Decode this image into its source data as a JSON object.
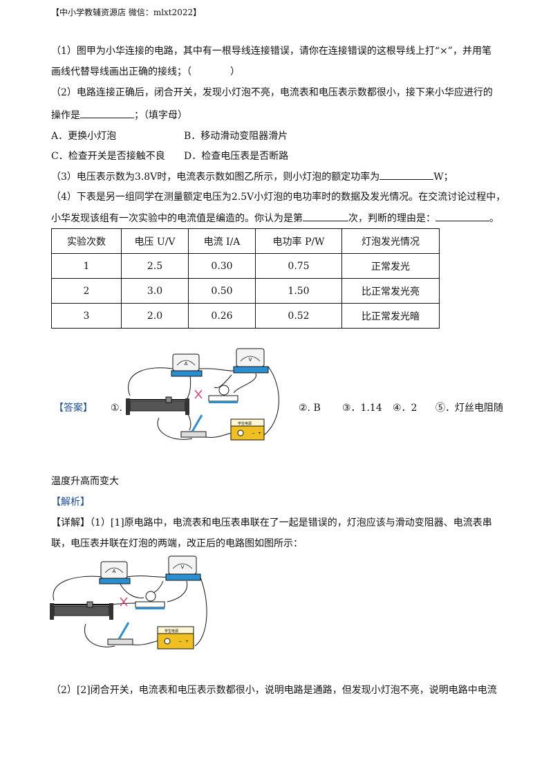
{
  "header": "【中小学教辅资源店  微信：mlxt2022】",
  "q1": {
    "text": "（1）图甲为小华连接的电路，其中有一根导线连接错误，请你在连接错误的这根导线上打“×”，并用笔",
    "cont": "画线代替导线画出正确的接线；（",
    "close": "）"
  },
  "q2": {
    "text": "（2）电路连接正确后，闭合开关，发现小灯泡不亮，电流表和电压表示数都很小，接下来小华应进行的",
    "cont_a": "操作是",
    "cont_b": "；（填字母）"
  },
  "options": {
    "a": "A．更换小灯泡",
    "b": "B．移动滑动变阻器滑片",
    "c": "C．检查开关是否接触不良",
    "d": "D．检查电压表是否断路"
  },
  "q3": {
    "a": "（3）电压表示数为3.8V时，电流表示数如图乙所示，则小灯泡的额定功率为",
    "b": "W；"
  },
  "q4": {
    "text": "（4）下表是另一组同学在测量额定电压为2.5V小灯泡的电功率时的数据及发光情况。在交流讨论过程中，",
    "cont_a": "小华发现该组有一次实验中的电流值是编造的。你认为是第",
    "cont_b": "次，判断的理由是：",
    "end": "。"
  },
  "table": {
    "headers": [
      "实验次数",
      "电压 U/V",
      "电流 I/A",
      "电功率 P/W",
      "灯泡发光情况"
    ],
    "rows": [
      [
        "1",
        "2.5",
        "0.30",
        "0.75",
        "正常发光"
      ],
      [
        "2",
        "3.0",
        "0.50",
        "1.50",
        "比正常发光亮"
      ],
      [
        "3",
        "2.0",
        "0.26",
        "0.52",
        "比正常发光暗"
      ]
    ]
  },
  "answer": {
    "label": "【答案】",
    "a1": "①.",
    "a2": "②. B",
    "a3": "③．1.14",
    "a4": "④．2",
    "a5": "⑤．灯丝电阻随",
    "cont": "温度升高而变大"
  },
  "analysis_label": "【解析】",
  "detail": {
    "l1": "【详解】（1）[1]原电路中，电流表和电压表串联在了一起是错误的，灯泡应该与滑动变阻器、电流表串",
    "l2": "联，电压表并联在灯泡的两端，改正后的电路图如图所示："
  },
  "last": "（2）[2]闭合开关，电流表和电压表示数都很小，说明电路是通路，但发现小灯泡不亮，说明电路中电流",
  "figure": {
    "ammeter": "A",
    "voltmeter": "V",
    "power_label": "学生电源",
    "minus": "−",
    "plus": "+"
  },
  "colors": {
    "meter_base": "#2a8fd0",
    "power_box": "#f0c020",
    "mark": "#d0406e",
    "blue_text": "#1a4f9c"
  }
}
